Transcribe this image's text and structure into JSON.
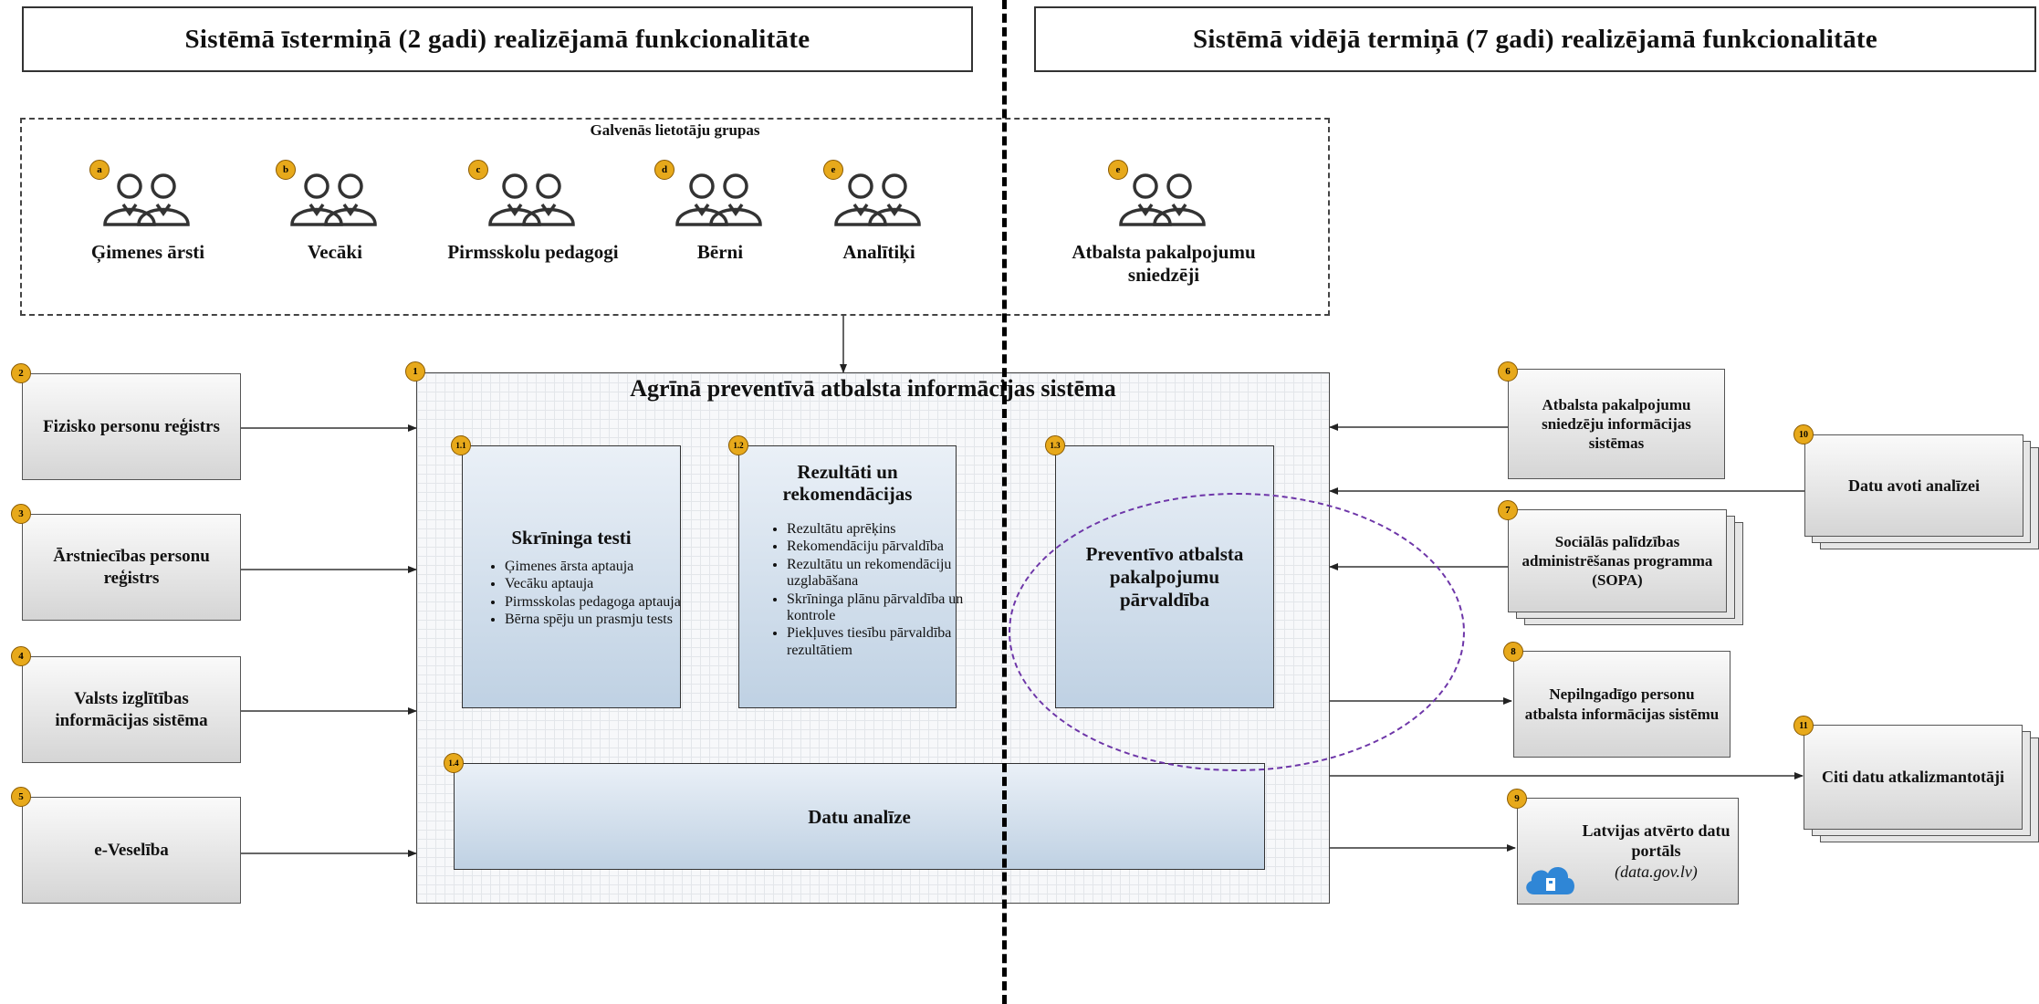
{
  "headers": {
    "short_term": "Sistēmā īstermiņā (2 gadi) realizējamā funkcionalitāte",
    "mid_term": "Sistēmā vidējā termiņā (7 gadi) realizējamā funkcionalitāte"
  },
  "user_groups": {
    "title": "Galvenās lietotāju grupas",
    "items": [
      {
        "badge": "a",
        "label": "Ģimenes ārsti"
      },
      {
        "badge": "b",
        "label": "Vecāki"
      },
      {
        "badge": "c",
        "label": "Pirmsskolu pedagogi"
      },
      {
        "badge": "d",
        "label": "Bērni"
      },
      {
        "badge": "e",
        "label": "Analītiķi"
      },
      {
        "badge": "e",
        "label": "Atbalsta pakalpojumu sniedzēji"
      }
    ]
  },
  "main_system": {
    "badge": "1",
    "title": "Agrīnā preventīvā atbalsta informācijas sistēma",
    "modules": [
      {
        "badge": "1.1",
        "title": "Skrīninga testi",
        "items": [
          "Ģimenes ārsta aptauja",
          "Vecāku aptauja",
          "Pirmsskolas pedagoga aptauja",
          "Bērna spēju un prasmju tests"
        ]
      },
      {
        "badge": "1.2",
        "title": "Rezultāti un rekomendācijas",
        "items": [
          "Rezultātu aprēķins",
          "Rekomendāciju pārvaldība",
          "Rezultātu un rekomendāciju uzglabāšana",
          "Skrīninga plānu pārvaldība un kontrole",
          "Piekļuves tiesību pārvaldība rezultātiem"
        ]
      },
      {
        "badge": "1.3",
        "title": "Preventīvo atbalsta pakalpojumu pārvaldība",
        "items": []
      },
      {
        "badge": "1.4",
        "title": "Datu analīze",
        "items": []
      }
    ]
  },
  "left_sources": [
    {
      "badge": "2",
      "label": "Fizisko personu reģistrs"
    },
    {
      "badge": "3",
      "label": "Ārstniecības personu reģistrs"
    },
    {
      "badge": "4",
      "label": "Valsts izglītības informācijas sistēma"
    },
    {
      "badge": "5",
      "label": "e-Veselība"
    }
  ],
  "right_systems": [
    {
      "badge": "6",
      "label": "Atbalsta pakalpojumu sniedzēju informācijas sistēmas"
    },
    {
      "badge": "7",
      "label": "Sociālās palīdzības administrēšanas programma (SOPA)"
    },
    {
      "badge": "8",
      "label": "Nepilngadīgo personu atbalsta informācijas sistēmu"
    },
    {
      "badge": "9",
      "label": "Latvijas atvērto datu portāls",
      "sublabel": "(data.gov.lv)"
    },
    {
      "badge": "10",
      "label": "Datu avoti analīzei"
    },
    {
      "badge": "11",
      "label": "Citi datu atkalizmantotāji"
    }
  ],
  "colors": {
    "badge": "#e7a91b",
    "module_blue": "#bfd1e3",
    "ellipse": "#6d35a8",
    "cloud": "#2f86d6"
  },
  "icons": {
    "user_group": "people-icon",
    "open_data": "cloud-icon"
  }
}
